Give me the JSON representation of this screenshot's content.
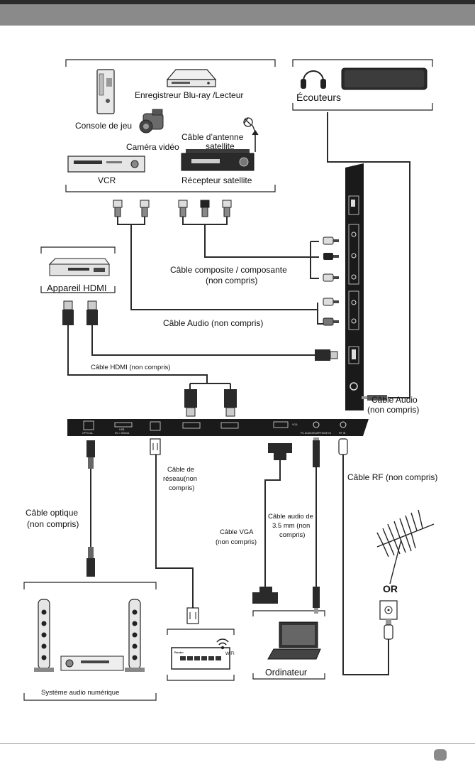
{
  "devices": {
    "game_console": "Console de jeu",
    "bluray": "Enregistreur Blu-ray /Lecteur",
    "camera": "Caméra vidéo",
    "satellite_cable": "Câble d’antenne satellite",
    "vcr": "VCR",
    "satellite_receiver": "Récepteur satellite",
    "headphones": "Écouteurs",
    "hdmi_device": "Appareil HDMI",
    "audio_system": "Système audio numérique",
    "router_label": "Router",
    "wifi_label": "WIFI",
    "computer": "Ordinateur",
    "or_label": "OR"
  },
  "cables": {
    "composite": [
      "Câble composite / composante",
      "(non compris)"
    ],
    "audio_lr": "Câble Audio (non compris)",
    "hdmi": "Câble HDMI (non compris)",
    "headphone_audio": [
      "Câble Audio",
      "(non compris)"
    ],
    "network": [
      "Câble de",
      "réseau(non",
      "compris)"
    ],
    "optical": [
      "Câble optique",
      "(non compris)"
    ],
    "vga": [
      "Câble VGA",
      "(non compris)"
    ],
    "audio_35": [
      "Câble audio de",
      "3.5 mm (non",
      "compris)"
    ],
    "rf": "Câble RF (non compris)"
  },
  "ports": {
    "optical": "OPTICAL",
    "usb": "USB",
    "usb_spec": "5V ═ 500mA",
    "vga": "VGA",
    "pc_audio": "PC AUDIO/EARPHONE IN",
    "rf": "RF IN"
  },
  "colors": {
    "line": "#2a2a2a",
    "panel": "#1a1a1a",
    "header": "#8a8a8a",
    "topbar": "#2b2b2b",
    "device_light": "#dcdcdc"
  }
}
